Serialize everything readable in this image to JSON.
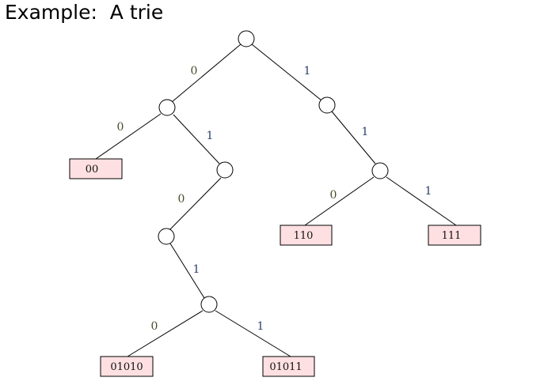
{
  "slide": {
    "title": "Example:  A trie"
  },
  "colors": {
    "line": "#000000",
    "node_fill": "#ffffff",
    "leaf_fill": "#ffe0e2",
    "label_zero": "#4a4a2a",
    "label_one": "#2b3f6b"
  },
  "trie": {
    "edge_labels": {
      "root_left": "0",
      "root_right": "1",
      "n0_left": "0",
      "n0_right": "1",
      "n1_right": "1",
      "n01_left": "0",
      "n010_right": "1",
      "n0101_left": "0",
      "n0101_right": "1",
      "n11_left": "0",
      "n11_right": "1"
    },
    "leaves": {
      "leaf_00": "00",
      "leaf_110": "110",
      "leaf_111": "111",
      "leaf_01010": "01010",
      "leaf_01011": "01011"
    }
  }
}
